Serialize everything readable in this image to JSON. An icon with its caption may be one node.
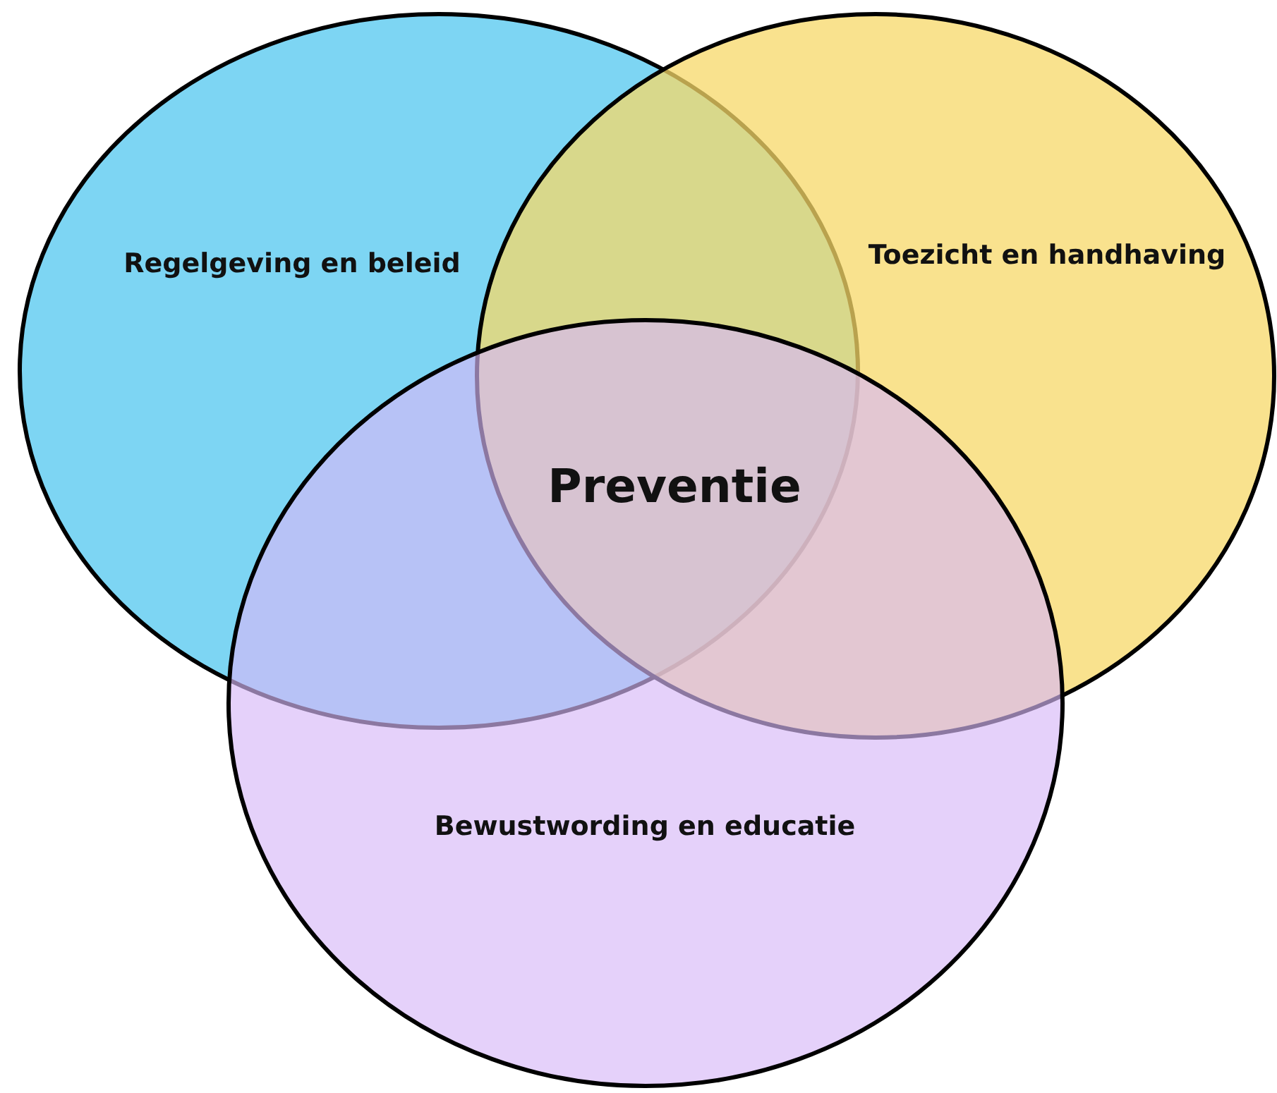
{
  "diagram": {
    "nodes": [
      {
        "text": [
          "Regelgeving en beleid"
        ]
      },
      {
        "text": [
          "Toezicht en handhaving"
        ]
      },
      {
        "text": [
          "Bewustwording en educatie"
        ]
      }
    ],
    "labels": [
      "Preventie"
    ]
  }
}
